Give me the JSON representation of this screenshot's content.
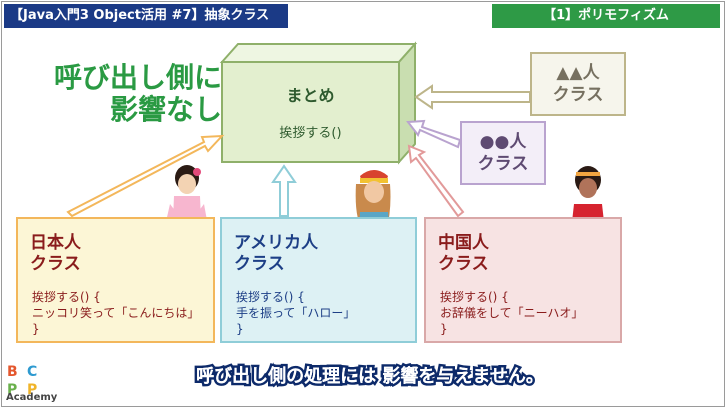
{
  "header": {
    "title": "【Java入門3 Object活用 #7】抽象クラス",
    "section": "【1】ポリモフィズム"
  },
  "headline": {
    "line1": "呼び出し側に",
    "line2": "影響なし"
  },
  "summary_box": {
    "title": "まとめ",
    "method": "挨拶する()"
  },
  "side_classes": [
    {
      "line1": "▲▲人",
      "line2": "クラス"
    },
    {
      "line1": "●●人",
      "line2": "クラス"
    }
  ],
  "classes": [
    {
      "line1": "日本人",
      "line2": "クラス",
      "code1": "挨拶する() {",
      "code2": "ニッコリ笑って「こんにちは」",
      "code3": "}"
    },
    {
      "line1": "アメリカ人",
      "line2": "クラス",
      "code1": "挨拶する() {",
      "code2": "手を振って「ハロー」",
      "code3": "}"
    },
    {
      "line1": "中国人",
      "line2": "クラス",
      "code1": "挨拶する() {",
      "code2": "お辞儀をして「ニーハオ」",
      "code3": "}"
    }
  ],
  "subtitle": "呼び出し側の処理には 影響を与えません。",
  "logo": {
    "letters": [
      "B",
      "C",
      "P",
      "P"
    ],
    "label": "Academy"
  },
  "colors": {
    "title_bar": "#1b3a86",
    "section_bar": "#2e9a46",
    "headline": "#2a9a43",
    "cube": "#e3efcf",
    "arrow_japan": "#f3b75b",
    "arrow_america": "#8fcdd8",
    "arrow_china": "#e29a9a",
    "arrow_triangles": "#bdb58a",
    "arrow_circles": "#b9a3cf"
  }
}
